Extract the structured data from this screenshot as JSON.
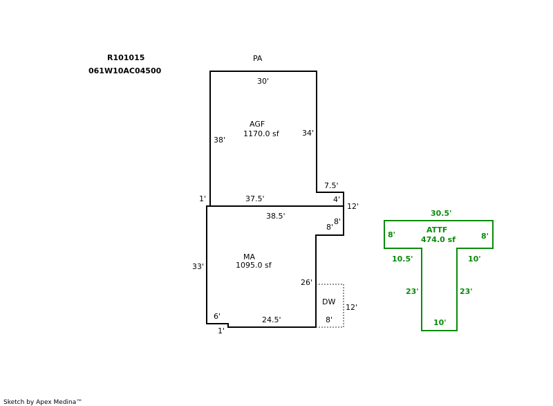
{
  "header": {
    "parcel_id": "R101015",
    "map_number": "061W10AC04500"
  },
  "areas": {
    "pa": {
      "code": "PA"
    },
    "agf": {
      "code": "AGF",
      "area": "1170.0 sf"
    },
    "ma": {
      "code": "MA",
      "area": "1095.0 sf"
    },
    "dw": {
      "code": "DW"
    },
    "attf": {
      "code": "ATTF",
      "area": "474.0 sf"
    }
  },
  "dimensions": {
    "agf_top": "30'",
    "agf_left": "38'",
    "agf_right": "34'",
    "agf_notch_width": "7.5'",
    "agf_notch_height": "4'",
    "agf_bottom": "37.5'",
    "agf_offset": "1'",
    "ma_right_upper": "12'",
    "ma_top": "38.5'",
    "ma_step_a": "8'",
    "ma_step_b": "8'",
    "ma_left": "33'",
    "ma_right_lower": "26'",
    "ma_bottom_left": "6'",
    "ma_bottom_jog": "1'",
    "ma_bottom": "24.5'",
    "dw_height": "12'",
    "dw_width": "8'",
    "attf_top": "30.5'",
    "attf_left": "8'",
    "attf_right": "8'",
    "attf_left_step": "10.5'",
    "attf_right_step": "10'",
    "attf_stem_left": "23'",
    "attf_stem_right": "23'",
    "attf_bottom": "10'"
  },
  "colors": {
    "outline": "#000000",
    "attf": "#0a8a0a",
    "dw_dotted": "#555555"
  },
  "footer": {
    "credit": "Sketch by Apex Medina™"
  }
}
